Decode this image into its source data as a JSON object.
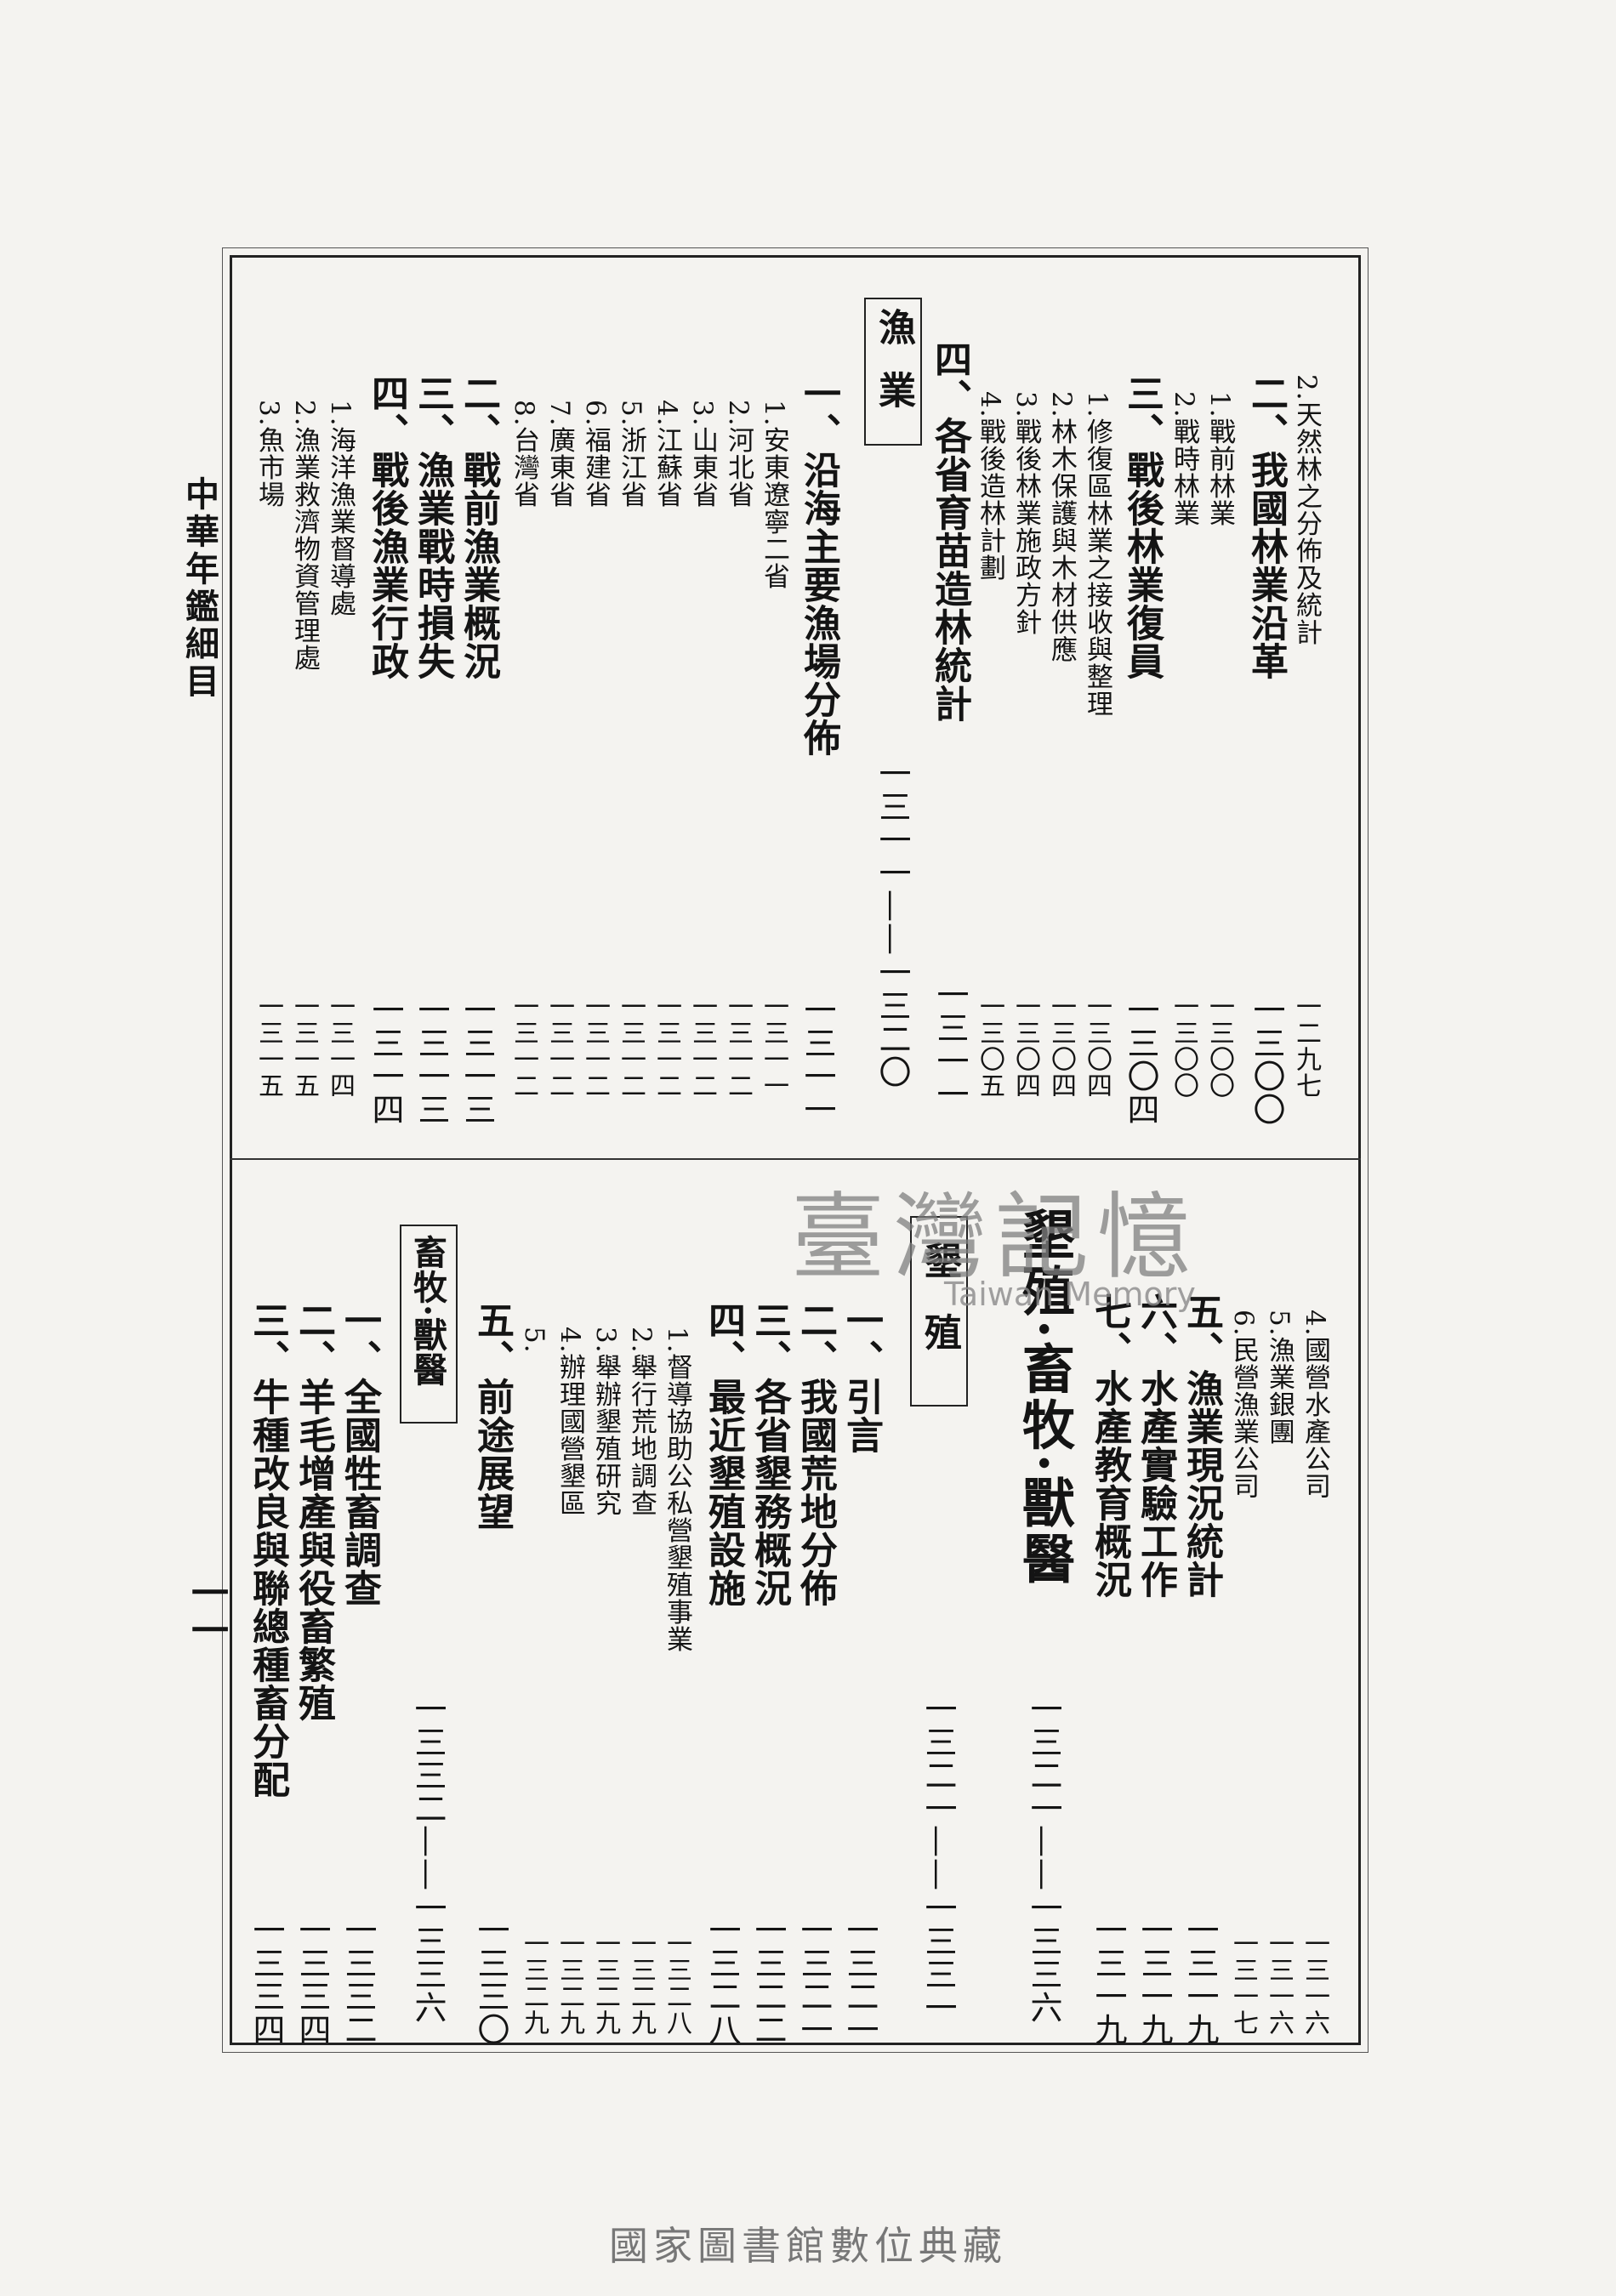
{
  "running_head": "中華年鑑細目",
  "folio": "一一",
  "watermark": {
    "main": "臺灣記憶",
    "sub": "Taiwan Memory"
  },
  "footer": "國家圖書館數位典藏",
  "top": [
    {
      "text": "2.天然林之分佈及統計",
      "page": "一二九七"
    },
    {
      "text": "二、我國林業沿革",
      "page": "一三〇〇"
    },
    {
      "text": "1.戰前林業",
      "page": "一三〇〇"
    },
    {
      "text": "2.戰時林業",
      "page": "一三〇〇"
    },
    {
      "text": "三、戰後林業復員",
      "page": "一三〇四"
    },
    {
      "text": "1.修復區林業之接收與整理",
      "page": "一三〇四"
    },
    {
      "text": "2.林木保護與木材供應",
      "page": "一三〇四"
    },
    {
      "text": "3.戰後林業施政方針",
      "page": "一三〇四"
    },
    {
      "text": "4.戰後造林計劃",
      "page": "一三〇五"
    },
    {
      "text": "四、各省育苗造林統計",
      "page": "一三一一"
    },
    {
      "text": "漁業",
      "page": "一三一一——一三二〇"
    },
    {
      "text": "一、沿海主要漁場分佈",
      "page": "一三一一"
    },
    {
      "text": "1.安東遼寧二省",
      "page": "一三一一"
    },
    {
      "text": "2.河北省",
      "page": "一三一二"
    },
    {
      "text": "3.山東省",
      "page": "一三一二"
    },
    {
      "text": "4.江蘇省",
      "page": "一三一二"
    },
    {
      "text": "5.浙江省",
      "page": "一三一二"
    },
    {
      "text": "6.福建省",
      "page": "一三一二"
    },
    {
      "text": "7.廣東省",
      "page": "一三一二"
    },
    {
      "text": "8.台灣省",
      "page": "一三一二"
    },
    {
      "text": "二、戰前漁業概況",
      "page": "一三一三"
    },
    {
      "text": "三、漁業戰時損失",
      "page": "一三一三"
    },
    {
      "text": "四、戰後漁業行政",
      "page": "一三一四"
    },
    {
      "text": "1.海洋漁業督導處",
      "page": "一三一四"
    },
    {
      "text": "2.漁業救濟物資管理處",
      "page": "一三一五"
    },
    {
      "text": "3.魚市場",
      "page": "一三一五"
    }
  ],
  "bottom": [
    {
      "text": "4.國營水產公司",
      "page": "一三一六"
    },
    {
      "text": "5.漁業銀團",
      "page": "一三一六"
    },
    {
      "text": "6.民營漁業公司",
      "page": "一三一七"
    },
    {
      "text": "五、漁業現況統計",
      "page": "一三一九"
    },
    {
      "text": "六、水產實驗工作",
      "page": "一三一九"
    },
    {
      "text": "七、水產教育概況",
      "page": "一三一九"
    },
    {
      "text": "墾殖·畜牧·獸醫",
      "page": "一三二一——一三三六"
    },
    {
      "text": "墾殖",
      "page": "一三二一——一三三一"
    },
    {
      "text": "一、引言",
      "page": "一三二一"
    },
    {
      "text": "二、我國荒地分佈",
      "page": "一三二一"
    },
    {
      "text": "三、各省墾務概況",
      "page": "一三二二"
    },
    {
      "text": "四、最近墾殖設施",
      "page": "一三二八"
    },
    {
      "text": "1.督導協助公私營墾殖事業",
      "page": "一三二八"
    },
    {
      "text": "2.舉行荒地調查",
      "page": "一三二九"
    },
    {
      "text": "3.舉辦墾殖研究",
      "page": "一三二九"
    },
    {
      "text": "4.辦理國營墾區",
      "page": "一三二九"
    },
    {
      "text": "5.",
      "page": "一三二九"
    },
    {
      "text": "五、前途展望",
      "page": "一三三〇"
    },
    {
      "text": "畜牧·獸醫",
      "page": "一三三二——一三三六"
    },
    {
      "text": "一、全國牲畜調查",
      "page": "一三三二"
    },
    {
      "text": "二、羊毛增產與役畜繁殖",
      "page": "一三三四"
    },
    {
      "text": "三、牛種改良與聯總種畜分配",
      "page": "一三三四"
    }
  ]
}
